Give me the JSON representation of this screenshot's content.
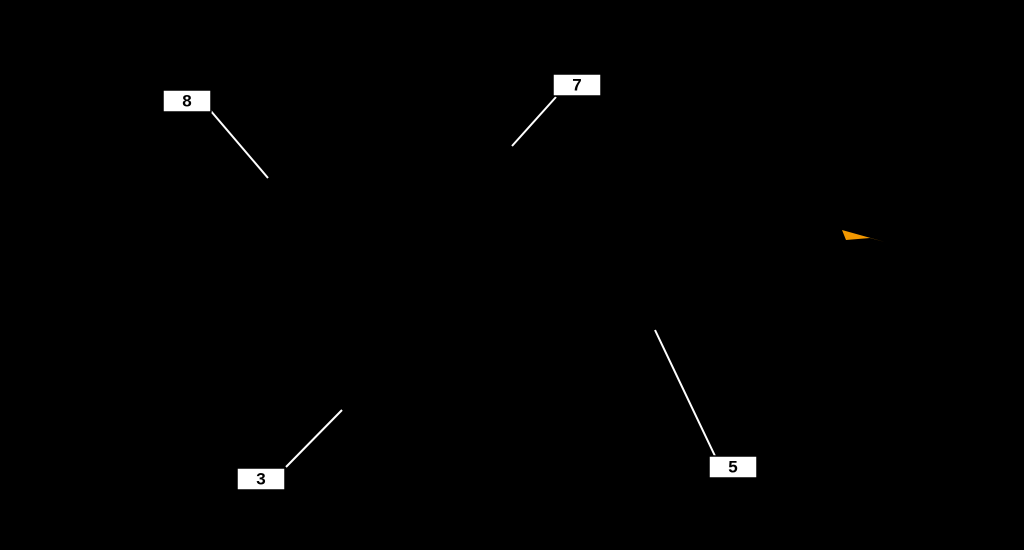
{
  "colors": {
    "background": "#000000",
    "body": "#ffffff",
    "rear_wing": "#e0148c",
    "roof_spoiler": "#8dc63f",
    "rear_fender": "#e60012",
    "side_skirt": "#1ea0e0",
    "front_fender": "#13a04a",
    "rear_diffuser": "#8b1a8b",
    "front_accent": "#f39800"
  },
  "callouts": [
    {
      "id": "rear-wing",
      "number": "8"
    },
    {
      "id": "roof-spoiler",
      "number": "7"
    },
    {
      "id": "rear-diffuser",
      "number": "3"
    },
    {
      "id": "side-skirt",
      "number": "5"
    }
  ]
}
